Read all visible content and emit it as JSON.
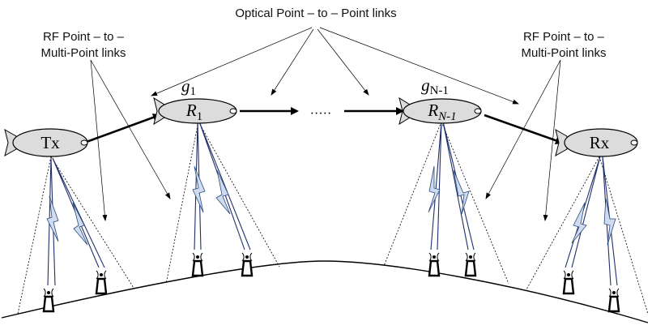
{
  "labels": {
    "optical": "Optical Point – to – Point links",
    "rf_left_line1": "RF Point – to –",
    "rf_left_line2": "Multi-Point links",
    "rf_right_line1": "RF Point – to –",
    "rf_right_line2": "Multi-Point links",
    "dots": "·····"
  },
  "nodes": {
    "tx": "Tx",
    "r1": {
      "main": "R",
      "sub": "1"
    },
    "rn1": {
      "main": "R",
      "sub": "N-1"
    },
    "rx": "Rx"
  },
  "gains": {
    "g1": {
      "main": "g",
      "sub": "1"
    },
    "gn1": {
      "main": "g",
      "sub": "N-1"
    }
  }
}
